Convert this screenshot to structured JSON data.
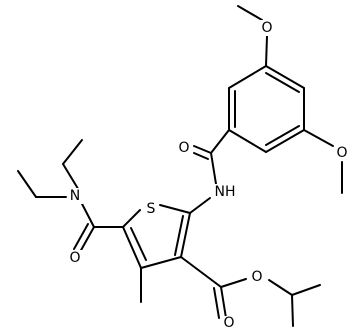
{
  "atoms": {
    "o_methoxy_top": "O",
    "o_methoxy_right": "O",
    "o_amide_carbonyl": "O",
    "n_amide": "NH",
    "s_thiophene": "S",
    "n_diethylamide": "N",
    "o_diethylamide_carbonyl": "O",
    "o_ester_single": "O",
    "o_ester_carbonyl": "O"
  }
}
